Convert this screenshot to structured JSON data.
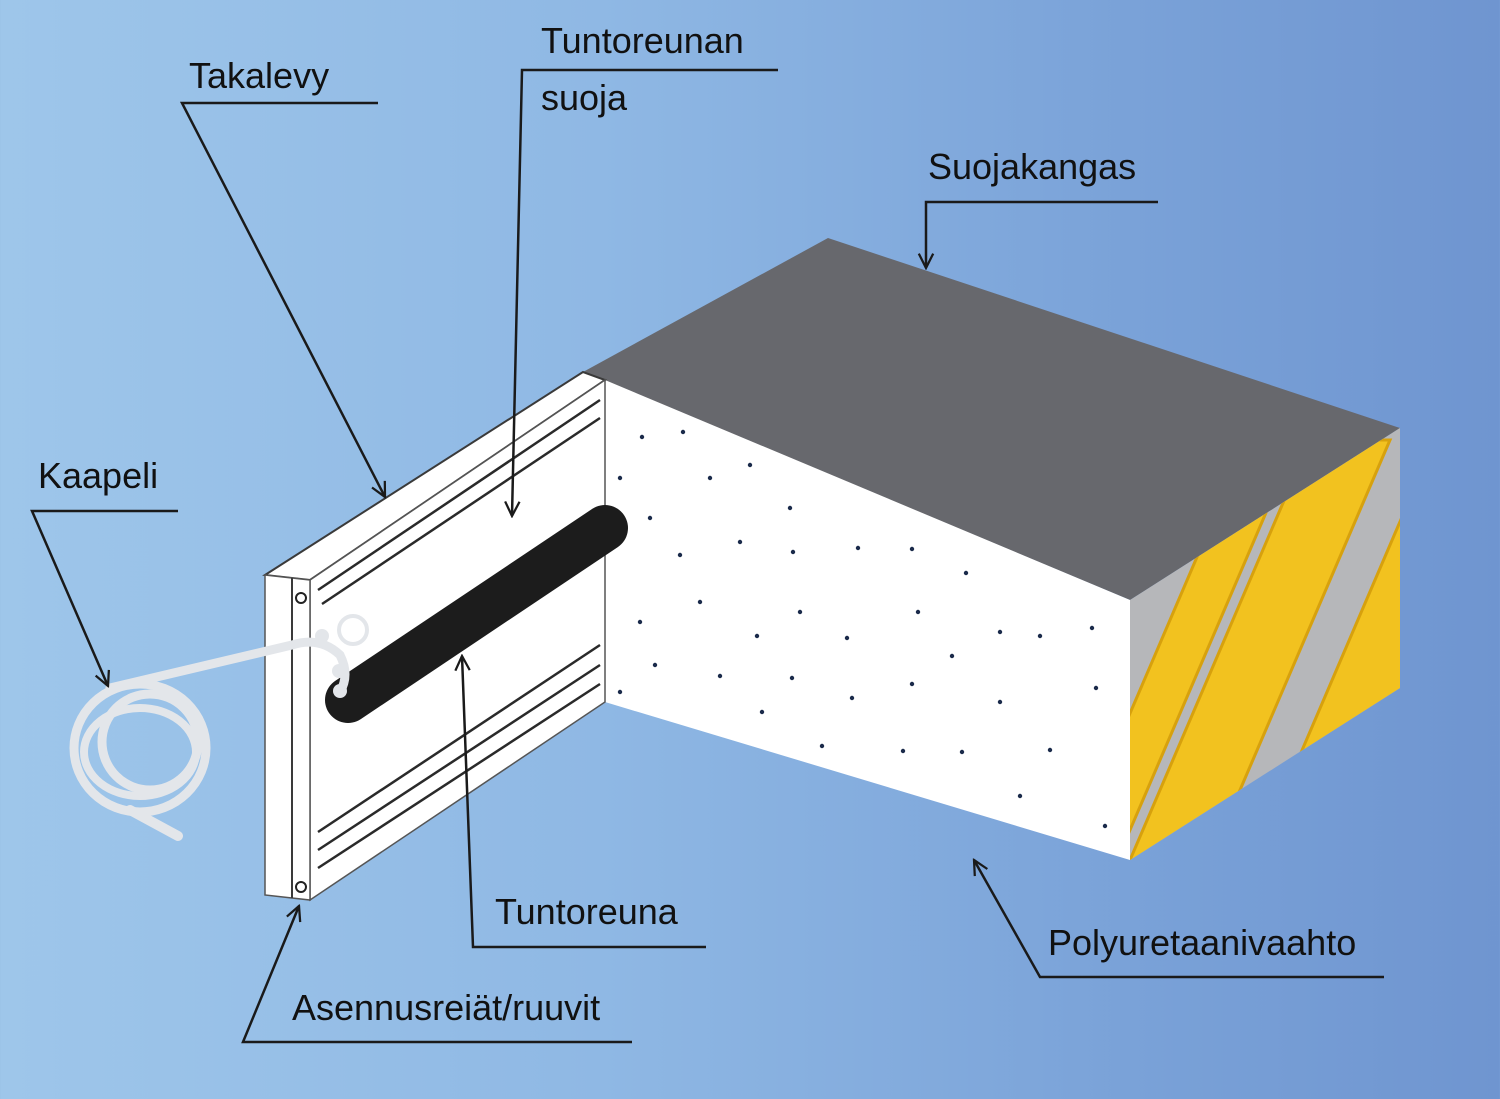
{
  "labels": {
    "takalevy": "Takalevy",
    "tuntoreunan_suoja_line1": "Tuntoreunan",
    "tuntoreunan_suoja_line2": "suoja",
    "suojakangas": "Suojakangas",
    "kaapeli": "Kaapeli",
    "tuntoreuna": "Tuntoreuna",
    "asennusreiat": "Asennusreiät/ruuvit",
    "polyuretaanivaahto": "Polyuretaanivaahto"
  },
  "colors": {
    "fabric_top": "#67686d",
    "foam_face": "#ffffff",
    "side_gray": "#b6b7ba",
    "stripe_yellow": "#f2c21f",
    "sensor_edge": "#1c1c1c",
    "leader_line": "#1a1a1a",
    "cable": "#e3e6ea"
  }
}
